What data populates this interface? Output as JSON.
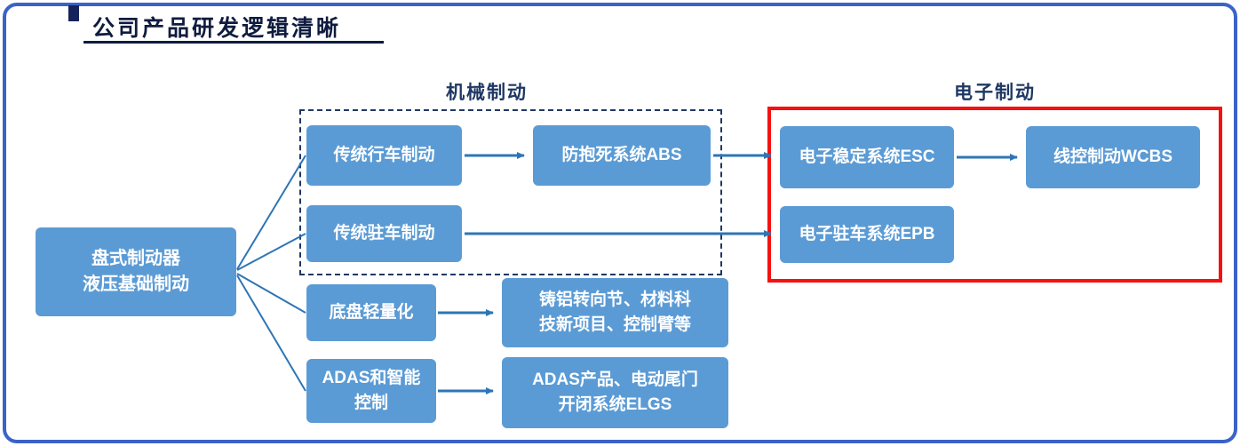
{
  "title": {
    "text": "公司产品研发逻辑清晰"
  },
  "sections": {
    "mechanical": "机械制动",
    "electronic": "电子制动"
  },
  "nodes": {
    "root": "盘式制动器\n液压基础制动",
    "service_brake": "传统行车制动",
    "abs": "防抱死系统ABS",
    "esc": "电子稳定系统ESC",
    "wcbs": "线控制动WCBS",
    "parking_brake": "传统驻车制动",
    "epb": "电子驻车系统EPB",
    "chassis_lightweight": "底盘轻量化",
    "casting_products": "铸铝转向节、材料科\n技新项目、控制臂等",
    "adas_control": "ADAS和智能\n控制",
    "adas_products": "ADAS产品、电动尾门\n开闭系统ELGS"
  },
  "edges": [
    {
      "from": "root",
      "to": "service_brake"
    },
    {
      "from": "root",
      "to": "parking_brake"
    },
    {
      "from": "root",
      "to": "chassis_lightweight"
    },
    {
      "from": "root",
      "to": "adas_control"
    },
    {
      "from": "service_brake",
      "to": "abs"
    },
    {
      "from": "abs",
      "to": "esc"
    },
    {
      "from": "esc",
      "to": "wcbs"
    },
    {
      "from": "parking_brake",
      "to": "epb"
    },
    {
      "from": "chassis_lightweight",
      "to": "casting_products"
    },
    {
      "from": "adas_control",
      "to": "adas_products"
    }
  ],
  "colors": {
    "node_fill": "#5b9bd5",
    "node_text": "#ffffff",
    "arrow": "#2e75b6",
    "outer_frame": "#3a63c8",
    "dashed_group": "#1f3864",
    "highlight_group": "#f51111",
    "title_text": "#0f1c3f"
  }
}
